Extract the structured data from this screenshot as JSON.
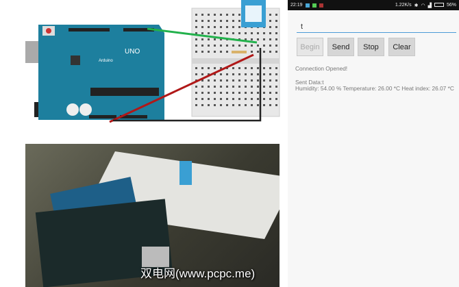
{
  "status_bar": {
    "time": "22:19",
    "speed": "1.22K/s",
    "battery": "56%"
  },
  "app": {
    "input_value": "t",
    "buttons": {
      "begin": "Begin",
      "send": "Send",
      "stop": "Stop",
      "clear": "Clear"
    },
    "connection_text": "Connection Opened!",
    "sent_data": "Sent Data:t",
    "reading": "Humidity: 54.00 % Temperature: 26.00 *C Heat index: 26.07 *C"
  },
  "diagram": {
    "board_logo": "UNO",
    "board_brand": "Arduino"
  },
  "watermark": "双电网(www.pcpc.me)",
  "colors": {
    "board": "#1d7f9e",
    "wire_green": "#22b14c",
    "wire_red": "#b01818",
    "accent": "#4a9ad6"
  }
}
